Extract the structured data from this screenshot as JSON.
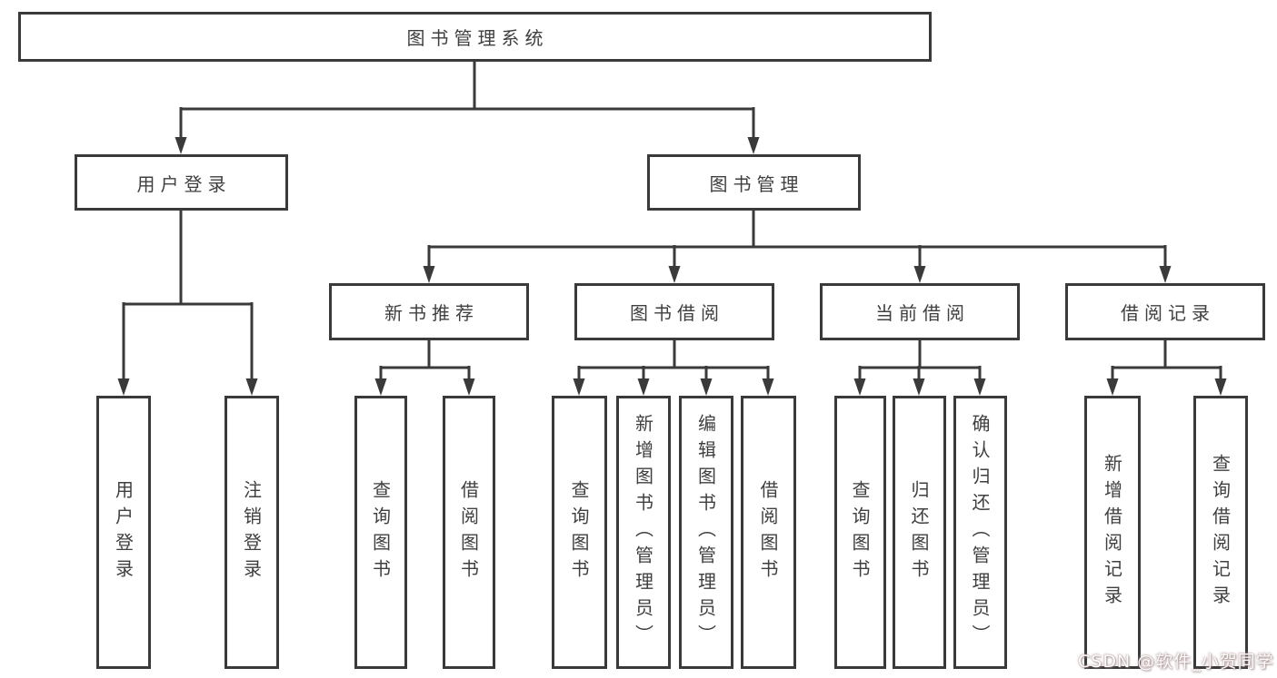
{
  "tree": {
    "label": "图书管理系统",
    "children": [
      {
        "label": "用户登录",
        "children": [
          {
            "label": "用户登录"
          },
          {
            "label": "注销登录"
          }
        ]
      },
      {
        "label": "图书管理",
        "children": [
          {
            "label": "新书推荐",
            "children": [
              {
                "label": "查询图书"
              },
              {
                "label": "借阅图书"
              }
            ]
          },
          {
            "label": "图书借阅",
            "children": [
              {
                "label": "查询图书"
              },
              {
                "label": "新增图书（管理员）"
              },
              {
                "label": "编辑图书（管理员）"
              },
              {
                "label": "借阅图书"
              }
            ]
          },
          {
            "label": "当前借阅",
            "children": [
              {
                "label": "查询图书"
              },
              {
                "label": "归还图书"
              },
              {
                "label": "确认归还（管理员）"
              }
            ]
          },
          {
            "label": "借阅记录",
            "children": [
              {
                "label": "新增借阅记录"
              },
              {
                "label": "查询借阅记录"
              }
            ]
          }
        ]
      }
    ]
  },
  "watermark": {
    "text": "CSDN @软件_小贺同学"
  },
  "colors": {
    "line": "#3a3a3a",
    "text": "#3f3f3f",
    "background": "#ffffff",
    "watermark": "#fefcfc"
  }
}
